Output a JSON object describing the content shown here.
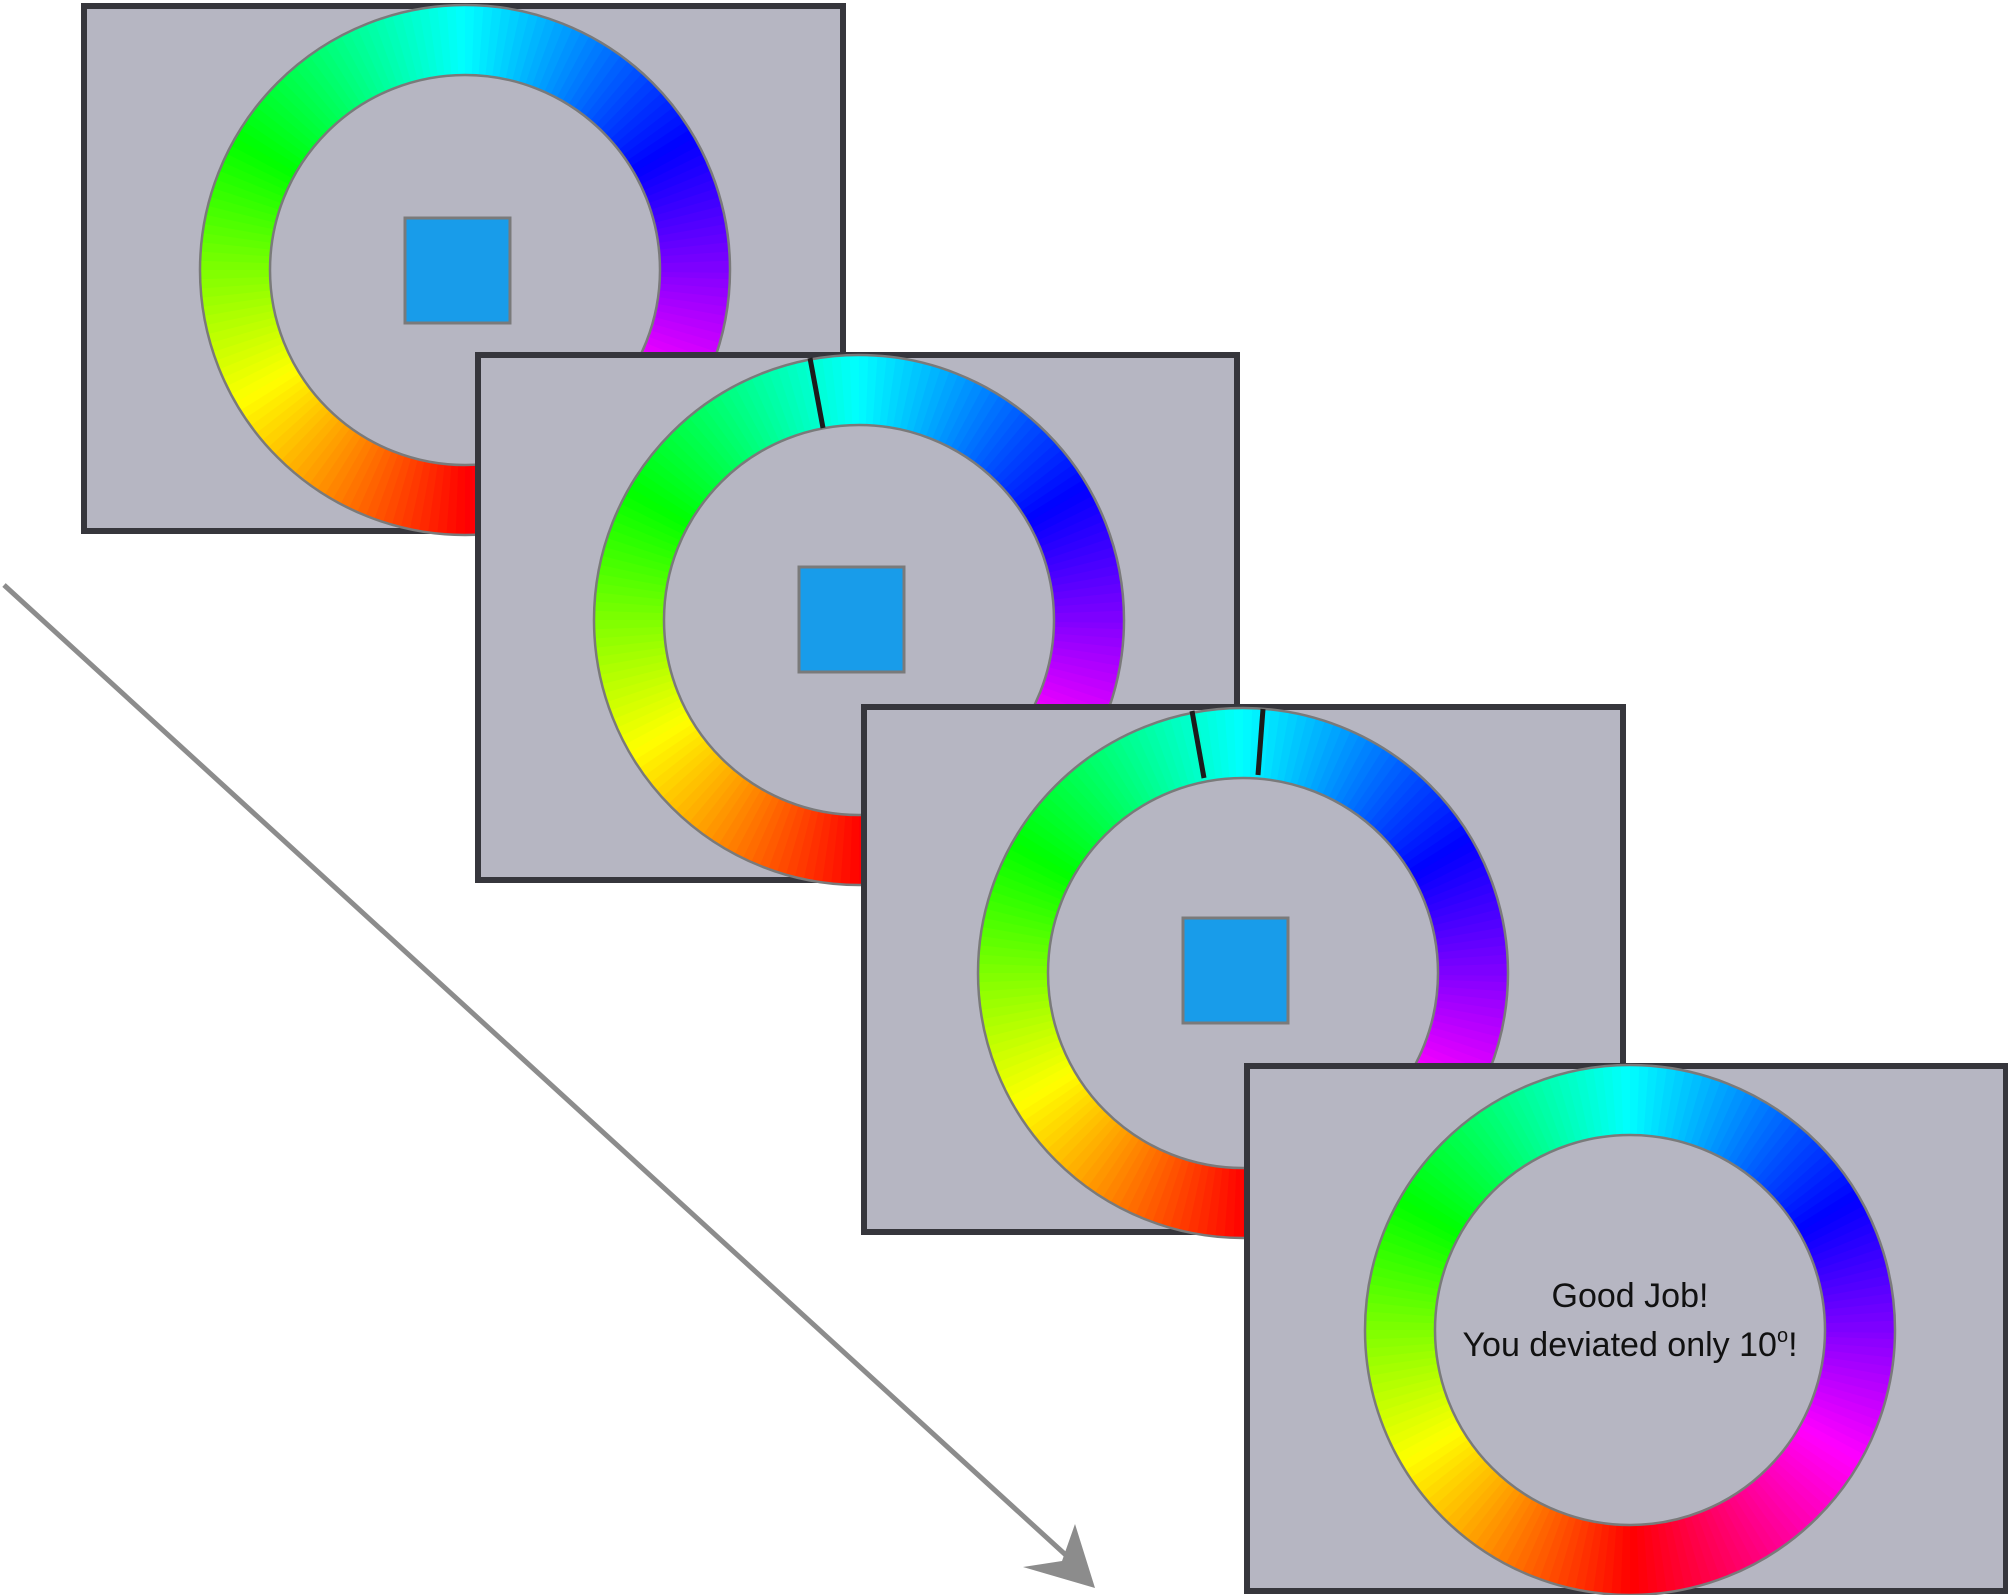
{
  "panels": [
    {
      "name": "panel-stimulus",
      "square_color": "#189cea",
      "markers": []
    },
    {
      "name": "panel-response",
      "square_color": "#189cea",
      "markers": [
        "response"
      ]
    },
    {
      "name": "panel-comparison",
      "square_color": "#189cea",
      "markers": [
        "response",
        "target"
      ]
    },
    {
      "name": "panel-feedback",
      "square_color": null,
      "markers": []
    }
  ],
  "feedback": {
    "line1": "Good Job!",
    "line2_prefix": "You deviated only 10",
    "line2_degree": "o",
    "line2_suffix": "!"
  },
  "colors": {
    "panel_background": "#b6b6c2",
    "panel_border": "#36363c",
    "target_square": "#189cea",
    "arrow": "#8c8c8c",
    "marker": "#1c1c1c"
  },
  "color_wheel": {
    "hue_stops": [
      "red",
      "orange",
      "yellow",
      "green",
      "cyan",
      "blue",
      "violet",
      "magenta",
      "red"
    ]
  },
  "arrow": {
    "meaning": "time",
    "icon": "arrow-down-right-icon"
  }
}
